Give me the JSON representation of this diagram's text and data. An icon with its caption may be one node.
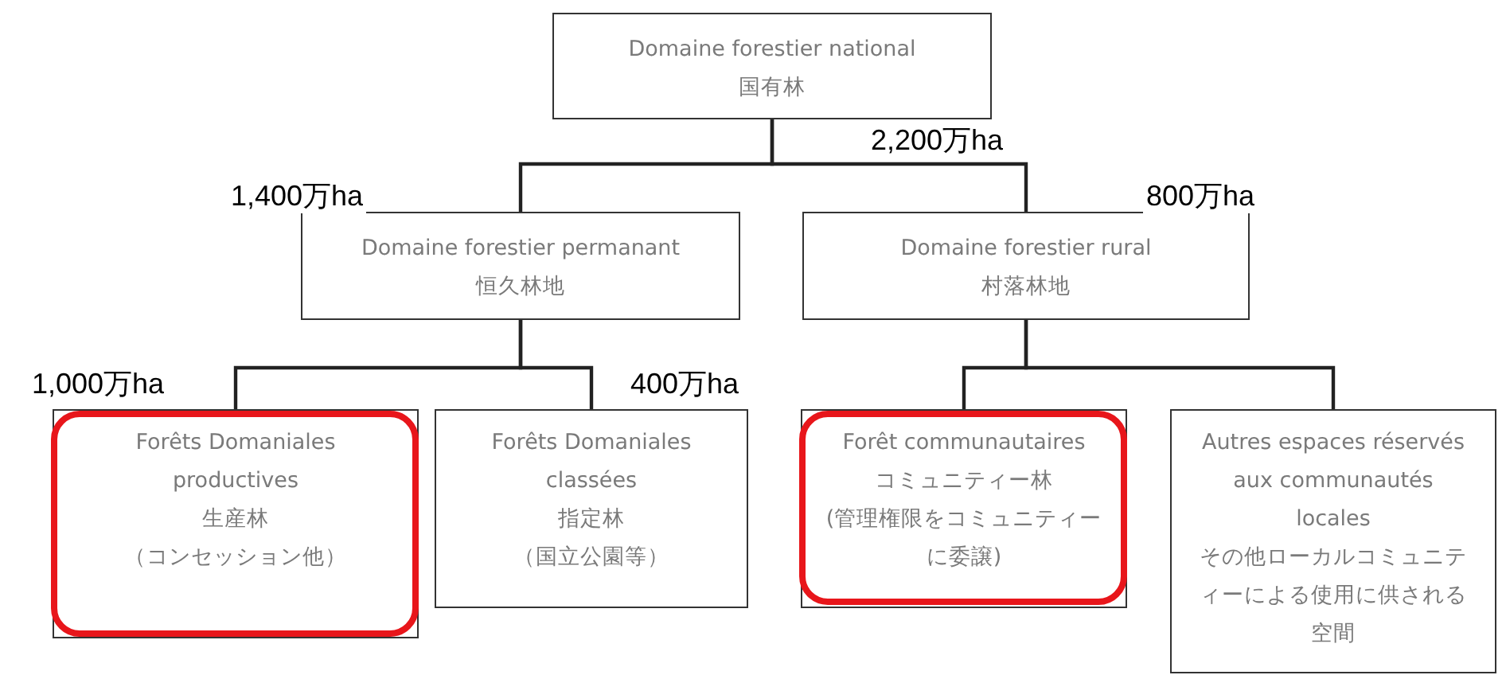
{
  "diagram": {
    "nodes": [
      {
        "text": [
          "Domaine forestier national",
          "国有林"
        ],
        "beside": [
          "2,200万ha"
        ]
      },
      {
        "text": [
          "Domaine forestier permanant",
          "恒久林地"
        ],
        "beside": [
          "1,400万ha"
        ]
      },
      {
        "text": [
          "Domaine forestier rural",
          "村落林地"
        ],
        "beside": [
          "800万ha"
        ]
      },
      {
        "text": [
          "Forêts Domaniales productives",
          "生産林",
          "（コンセッション他）"
        ],
        "beside": [
          "1,000万ha"
        ]
      },
      {
        "text": [
          "Forêts Domaniales classées",
          "指定林",
          "（国立公園等）"
        ],
        "beside": [
          "400万ha"
        ]
      },
      {
        "text": [
          "Forêt communautaires",
          "コミュニティー林",
          "(管理権限をコミュニティーに委譲)"
        ]
      },
      {
        "text": [
          "Autres espaces réservés aux communautés locales",
          "その他ローカルコミュニティーによる使用に供される空間"
        ]
      }
    ],
    "edges": [
      {
        "from": 0,
        "to": 1,
        "arrow": "none"
      },
      {
        "from": 0,
        "to": 2,
        "arrow": "none"
      },
      {
        "from": 1,
        "to": 3,
        "arrow": "none"
      },
      {
        "from": 1,
        "to": 4,
        "arrow": "none"
      },
      {
        "from": 2,
        "to": 5,
        "arrow": "none"
      },
      {
        "from": 2,
        "to": 6,
        "arrow": "none"
      }
    ]
  }
}
